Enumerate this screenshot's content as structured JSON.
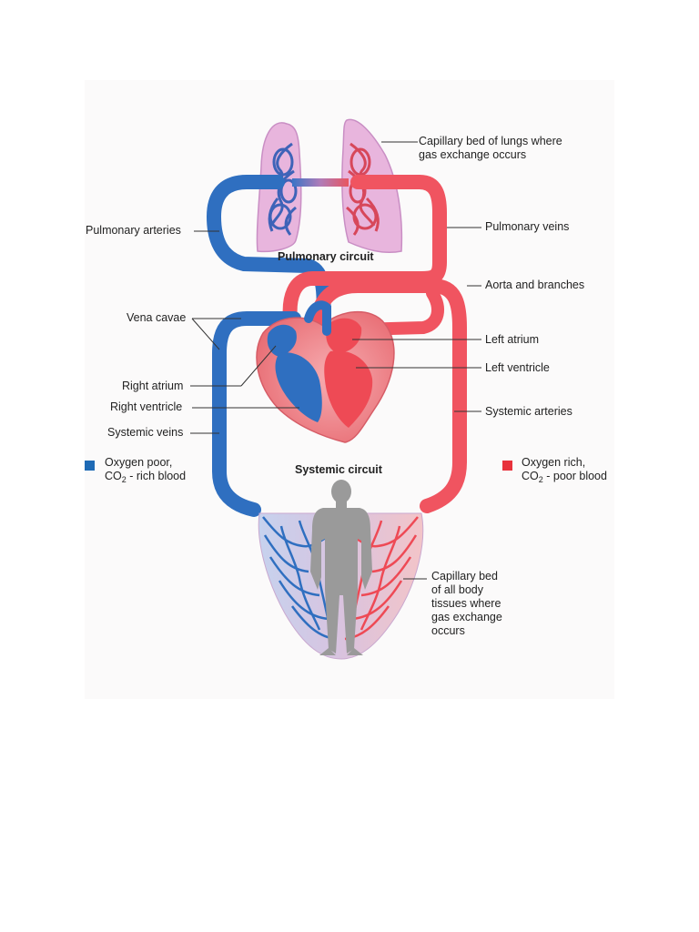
{
  "labels": {
    "capillary_lungs_1": "Capillary bed of lungs where",
    "capillary_lungs_2": "gas exchange occurs",
    "pulmonary_arteries": "Pulmonary arteries",
    "pulmonary_veins": "Pulmonary veins",
    "pulmonary_circuit": "Pulmonary circuit",
    "aorta": "Aorta and branches",
    "vena_cavae": "Vena cavae",
    "left_atrium": "Left atrium",
    "left_ventricle": "Left ventricle",
    "right_atrium": "Right atrium",
    "right_ventricle": "Right ventricle",
    "systemic_arteries": "Systemic arteries",
    "systemic_veins": "Systemic veins",
    "systemic_circuit": "Systemic circuit",
    "capillary_body_1": "Capillary bed",
    "capillary_body_2": "of all body",
    "capillary_body_3": "tissues where",
    "capillary_body_4": "gas exchange",
    "capillary_body_5": "occurs"
  },
  "legend": {
    "poor": {
      "line1": "Oxygen poor,",
      "line2_pre": "CO",
      "line2_sub": "2",
      "line2_post": " - rich blood",
      "color": "#1e6ab5"
    },
    "rich": {
      "line1": "Oxygen rich,",
      "line2_pre": "CO",
      "line2_sub": "2",
      "line2_post": " - poor blood",
      "color": "#e8323c"
    }
  },
  "colors": {
    "oxygen_poor": "#2f6fc0",
    "oxygen_rich": "#f0505a",
    "lung_tissue": "#e9b6de",
    "heart_tissue": "#f38f94",
    "body_silhouette": "#9a9a9a"
  }
}
